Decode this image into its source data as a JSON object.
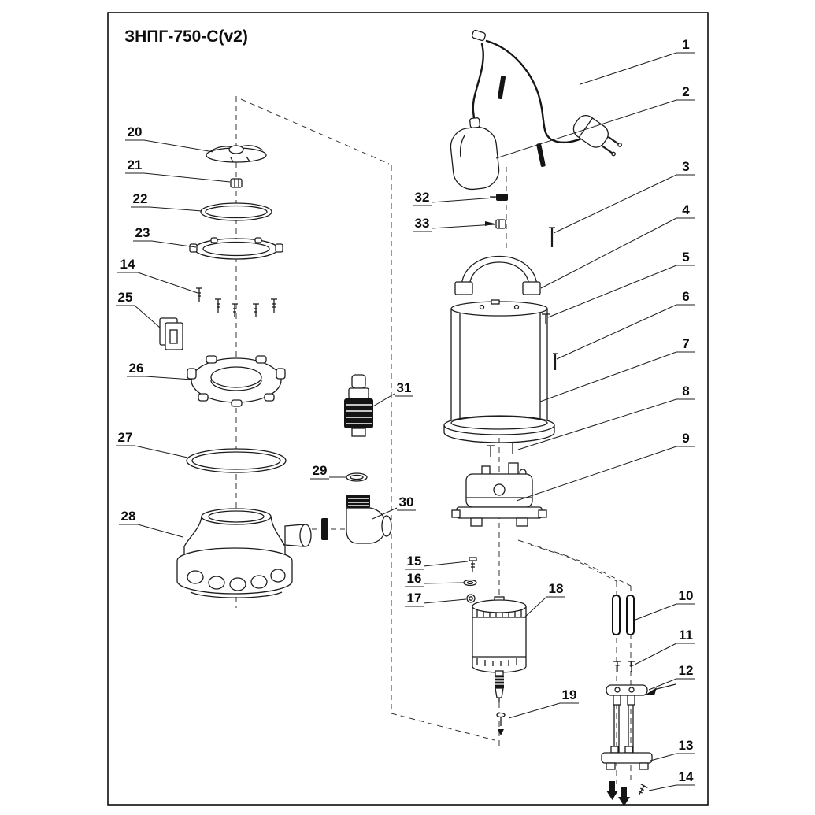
{
  "diagram": {
    "title": "ЗНПГ-750-С(v2)",
    "callouts": [
      {
        "num": "1"
      },
      {
        "num": "2"
      },
      {
        "num": "3"
      },
      {
        "num": "4"
      },
      {
        "num": "5"
      },
      {
        "num": "6"
      },
      {
        "num": "7"
      },
      {
        "num": "8"
      },
      {
        "num": "9"
      },
      {
        "num": "10"
      },
      {
        "num": "11"
      },
      {
        "num": "12"
      },
      {
        "num": "13"
      },
      {
        "num": "14"
      },
      {
        "num": "14"
      },
      {
        "num": "15"
      },
      {
        "num": "16"
      },
      {
        "num": "17"
      },
      {
        "num": "18"
      },
      {
        "num": "19"
      },
      {
        "num": "20"
      },
      {
        "num": "21"
      },
      {
        "num": "22"
      },
      {
        "num": "23"
      },
      {
        "num": "25"
      },
      {
        "num": "26"
      },
      {
        "num": "27"
      },
      {
        "num": "28"
      },
      {
        "num": "29"
      },
      {
        "num": "30"
      },
      {
        "num": "31"
      },
      {
        "num": "32"
      },
      {
        "num": "33"
      }
    ]
  }
}
